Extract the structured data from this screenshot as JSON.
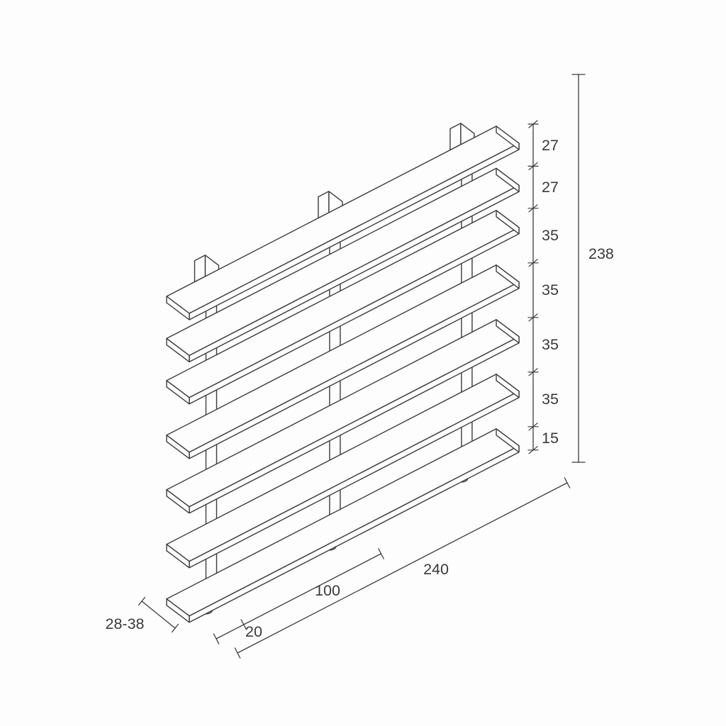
{
  "dimensions": {
    "vertical_segments": [
      "27",
      "27",
      "35",
      "35",
      "35",
      "35",
      "15"
    ],
    "total_height": "238",
    "total_width": "240",
    "shelf_span": "100",
    "end_offset": "20",
    "depth_range": "28-38"
  },
  "style": {
    "line_color": "#3c3c3c",
    "text_color": "#3a3a3a",
    "background": "#fdfdfd"
  }
}
